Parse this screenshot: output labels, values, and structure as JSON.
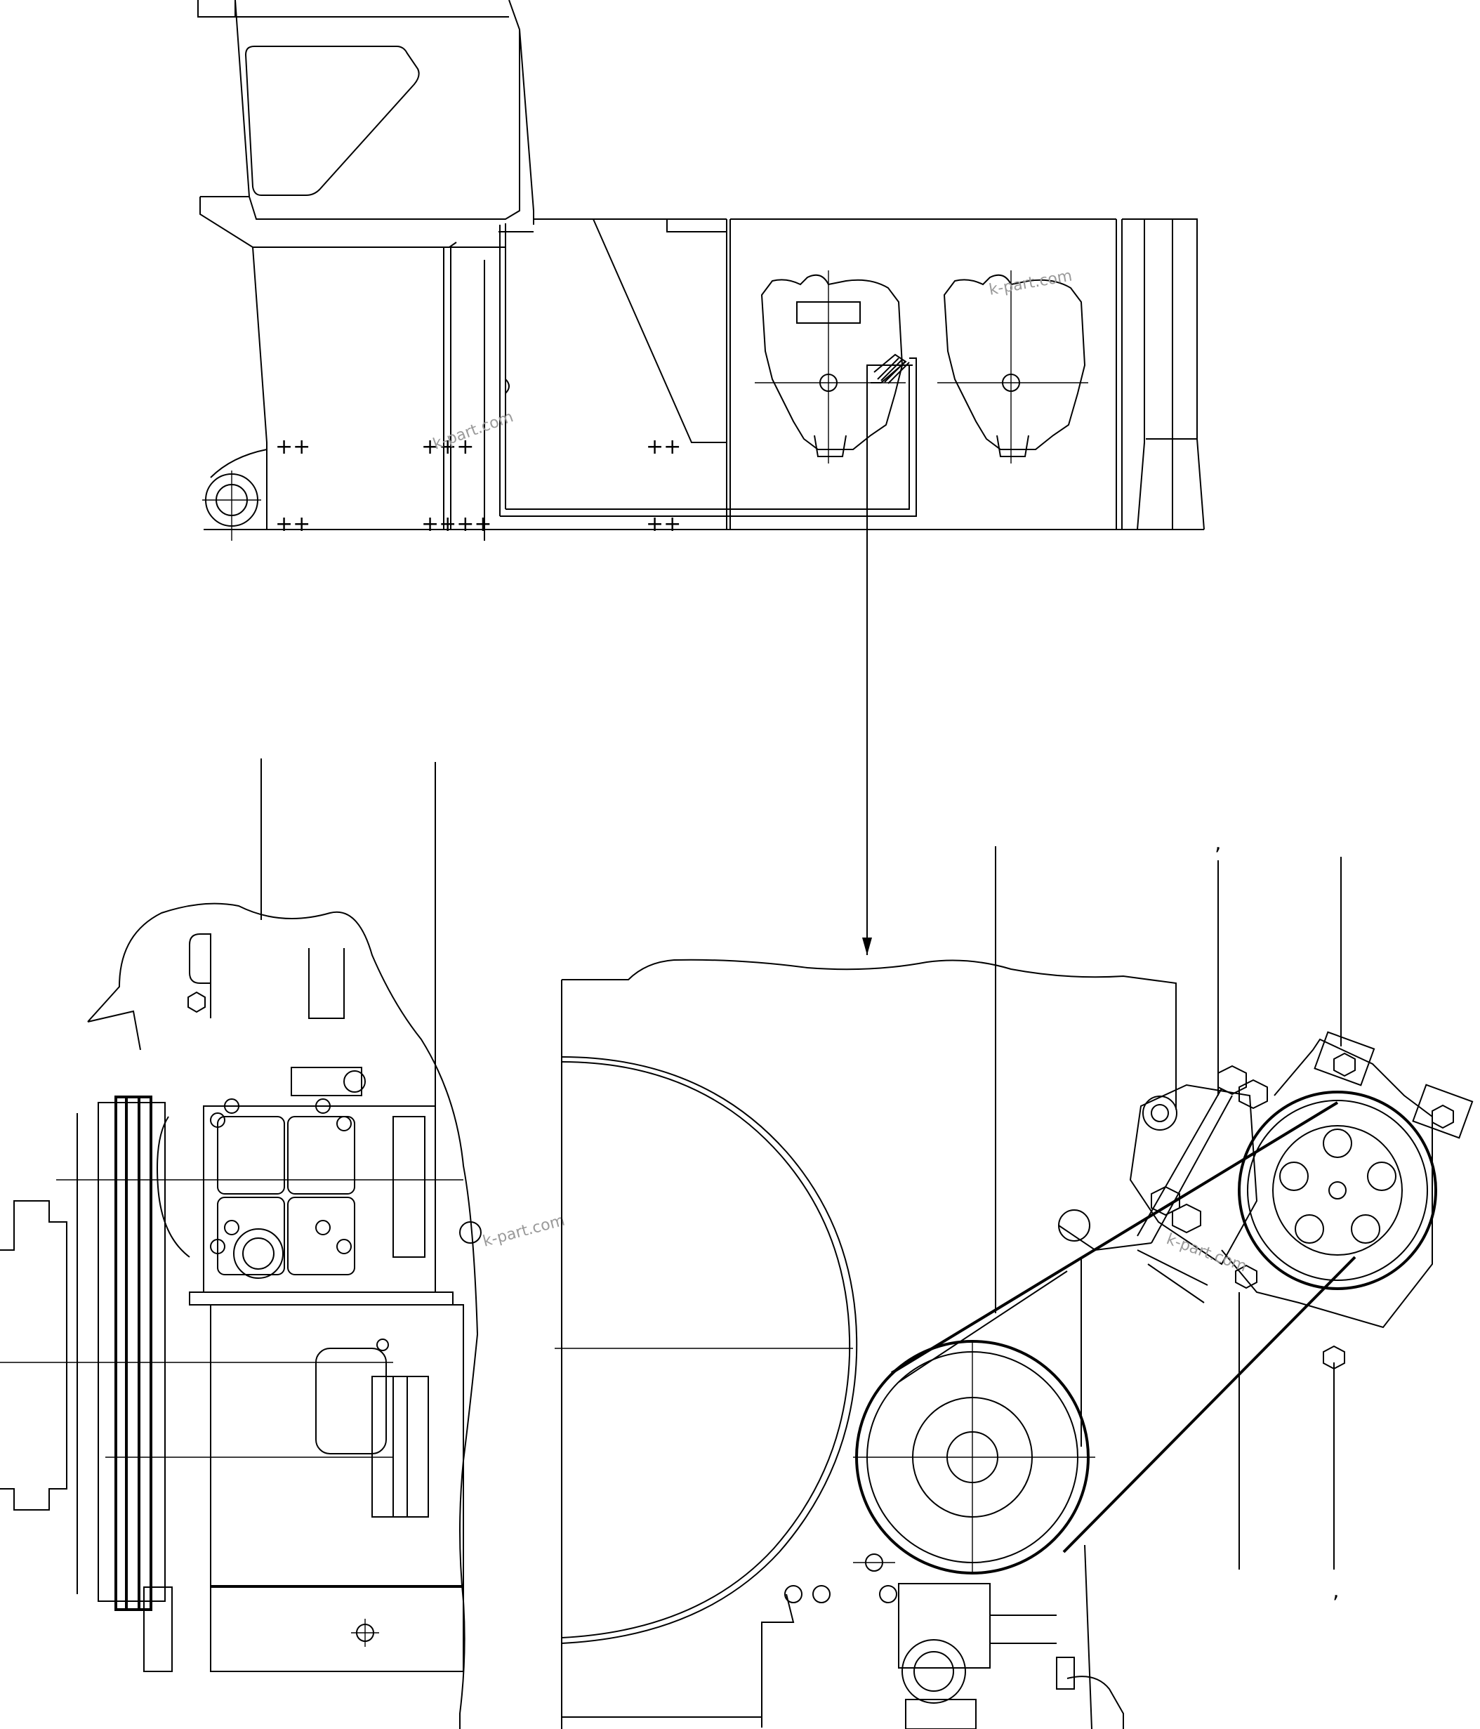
{
  "watermarks": {
    "top_machine": "k-part.com",
    "top_engine": "k-part.com",
    "detail_left": "k-part.com",
    "detail_right": "k-part.com"
  },
  "leader_marks": {
    "top": ",",
    "bottom": ","
  },
  "colors": {
    "line": "#000000",
    "background": "#ffffff",
    "watermark": "#9a9a9a"
  }
}
